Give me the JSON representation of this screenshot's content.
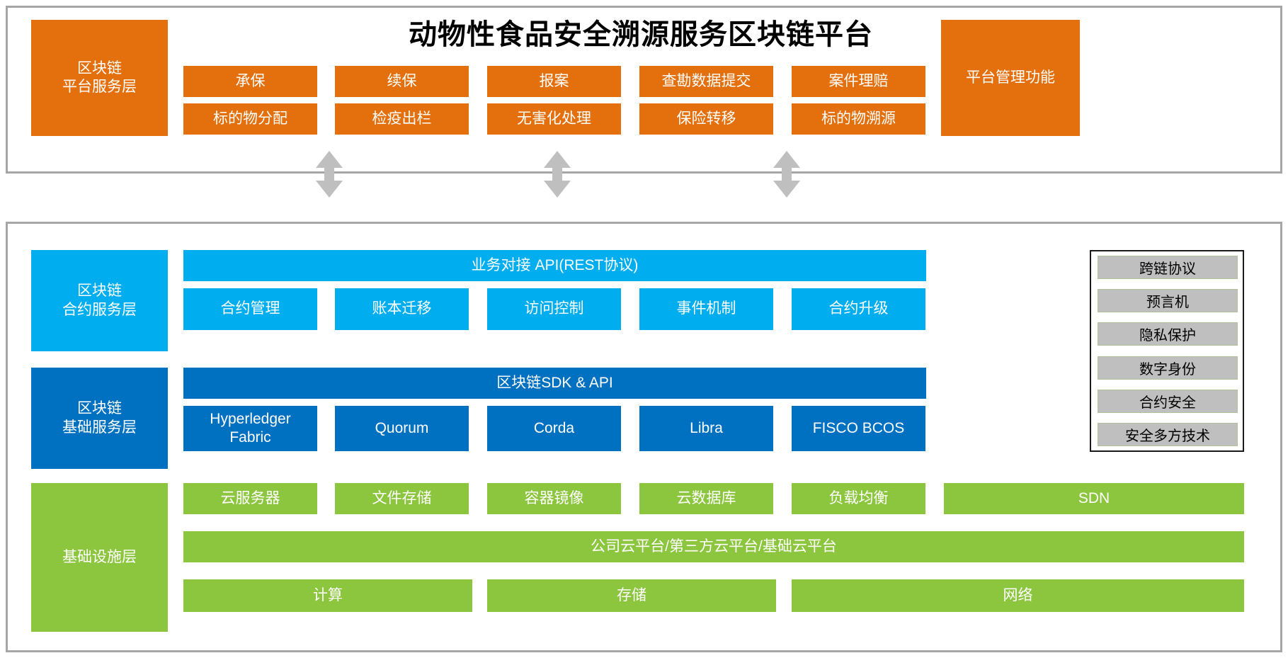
{
  "title": "动物性食品安全溯源服务区块链平台",
  "colors": {
    "orange": "#E3700D",
    "light_blue": "#00AEEF",
    "dark_blue": "#0070C0",
    "green": "#8CC63E",
    "gray": "#BFBFBF",
    "panel_border": "#A6A6A6",
    "arrow": "#BFBFBF"
  },
  "top_panel": {
    "layer_label": "区块链\n平台服务层",
    "right_label": "平台管理功能",
    "row1": [
      "承保",
      "续保",
      "报案",
      "查勘数据提交",
      "案件理赔"
    ],
    "row2": [
      "标的物分配",
      "检疫出栏",
      "无害化处理",
      "保险转移",
      "标的物溯源"
    ]
  },
  "connector": {
    "arrow_icon": "double-headed-vertical-arrow",
    "count": 3
  },
  "contract_layer": {
    "layer_label": "区块链\n合约服务层",
    "api_bar": "业务对接 API(REST协议)",
    "items": [
      "合约管理",
      "账本迁移",
      "访问控制",
      "事件机制",
      "合约升级"
    ]
  },
  "base_layer": {
    "layer_label": "区块链\n基础服务层",
    "sdk_bar": "区块链SDK & API",
    "items": [
      "Hyperledger\nFabric",
      "Quorum",
      "Corda",
      "Libra",
      "FISCO BCOS"
    ]
  },
  "infra_layer": {
    "layer_label": "基础设施层",
    "row1": [
      "云服务器",
      "文件存储",
      "容器镜像",
      "云数据库",
      "负载均衡",
      "SDN"
    ],
    "cloud_bar": "公司云平台/第三方云平台/基础云平台",
    "row3": [
      "计算",
      "存储",
      "网络"
    ]
  },
  "side_tech": {
    "items": [
      "跨链协议",
      "预言机",
      "隐私保护",
      "数字身份",
      "合约安全",
      "安全多方技术"
    ]
  }
}
